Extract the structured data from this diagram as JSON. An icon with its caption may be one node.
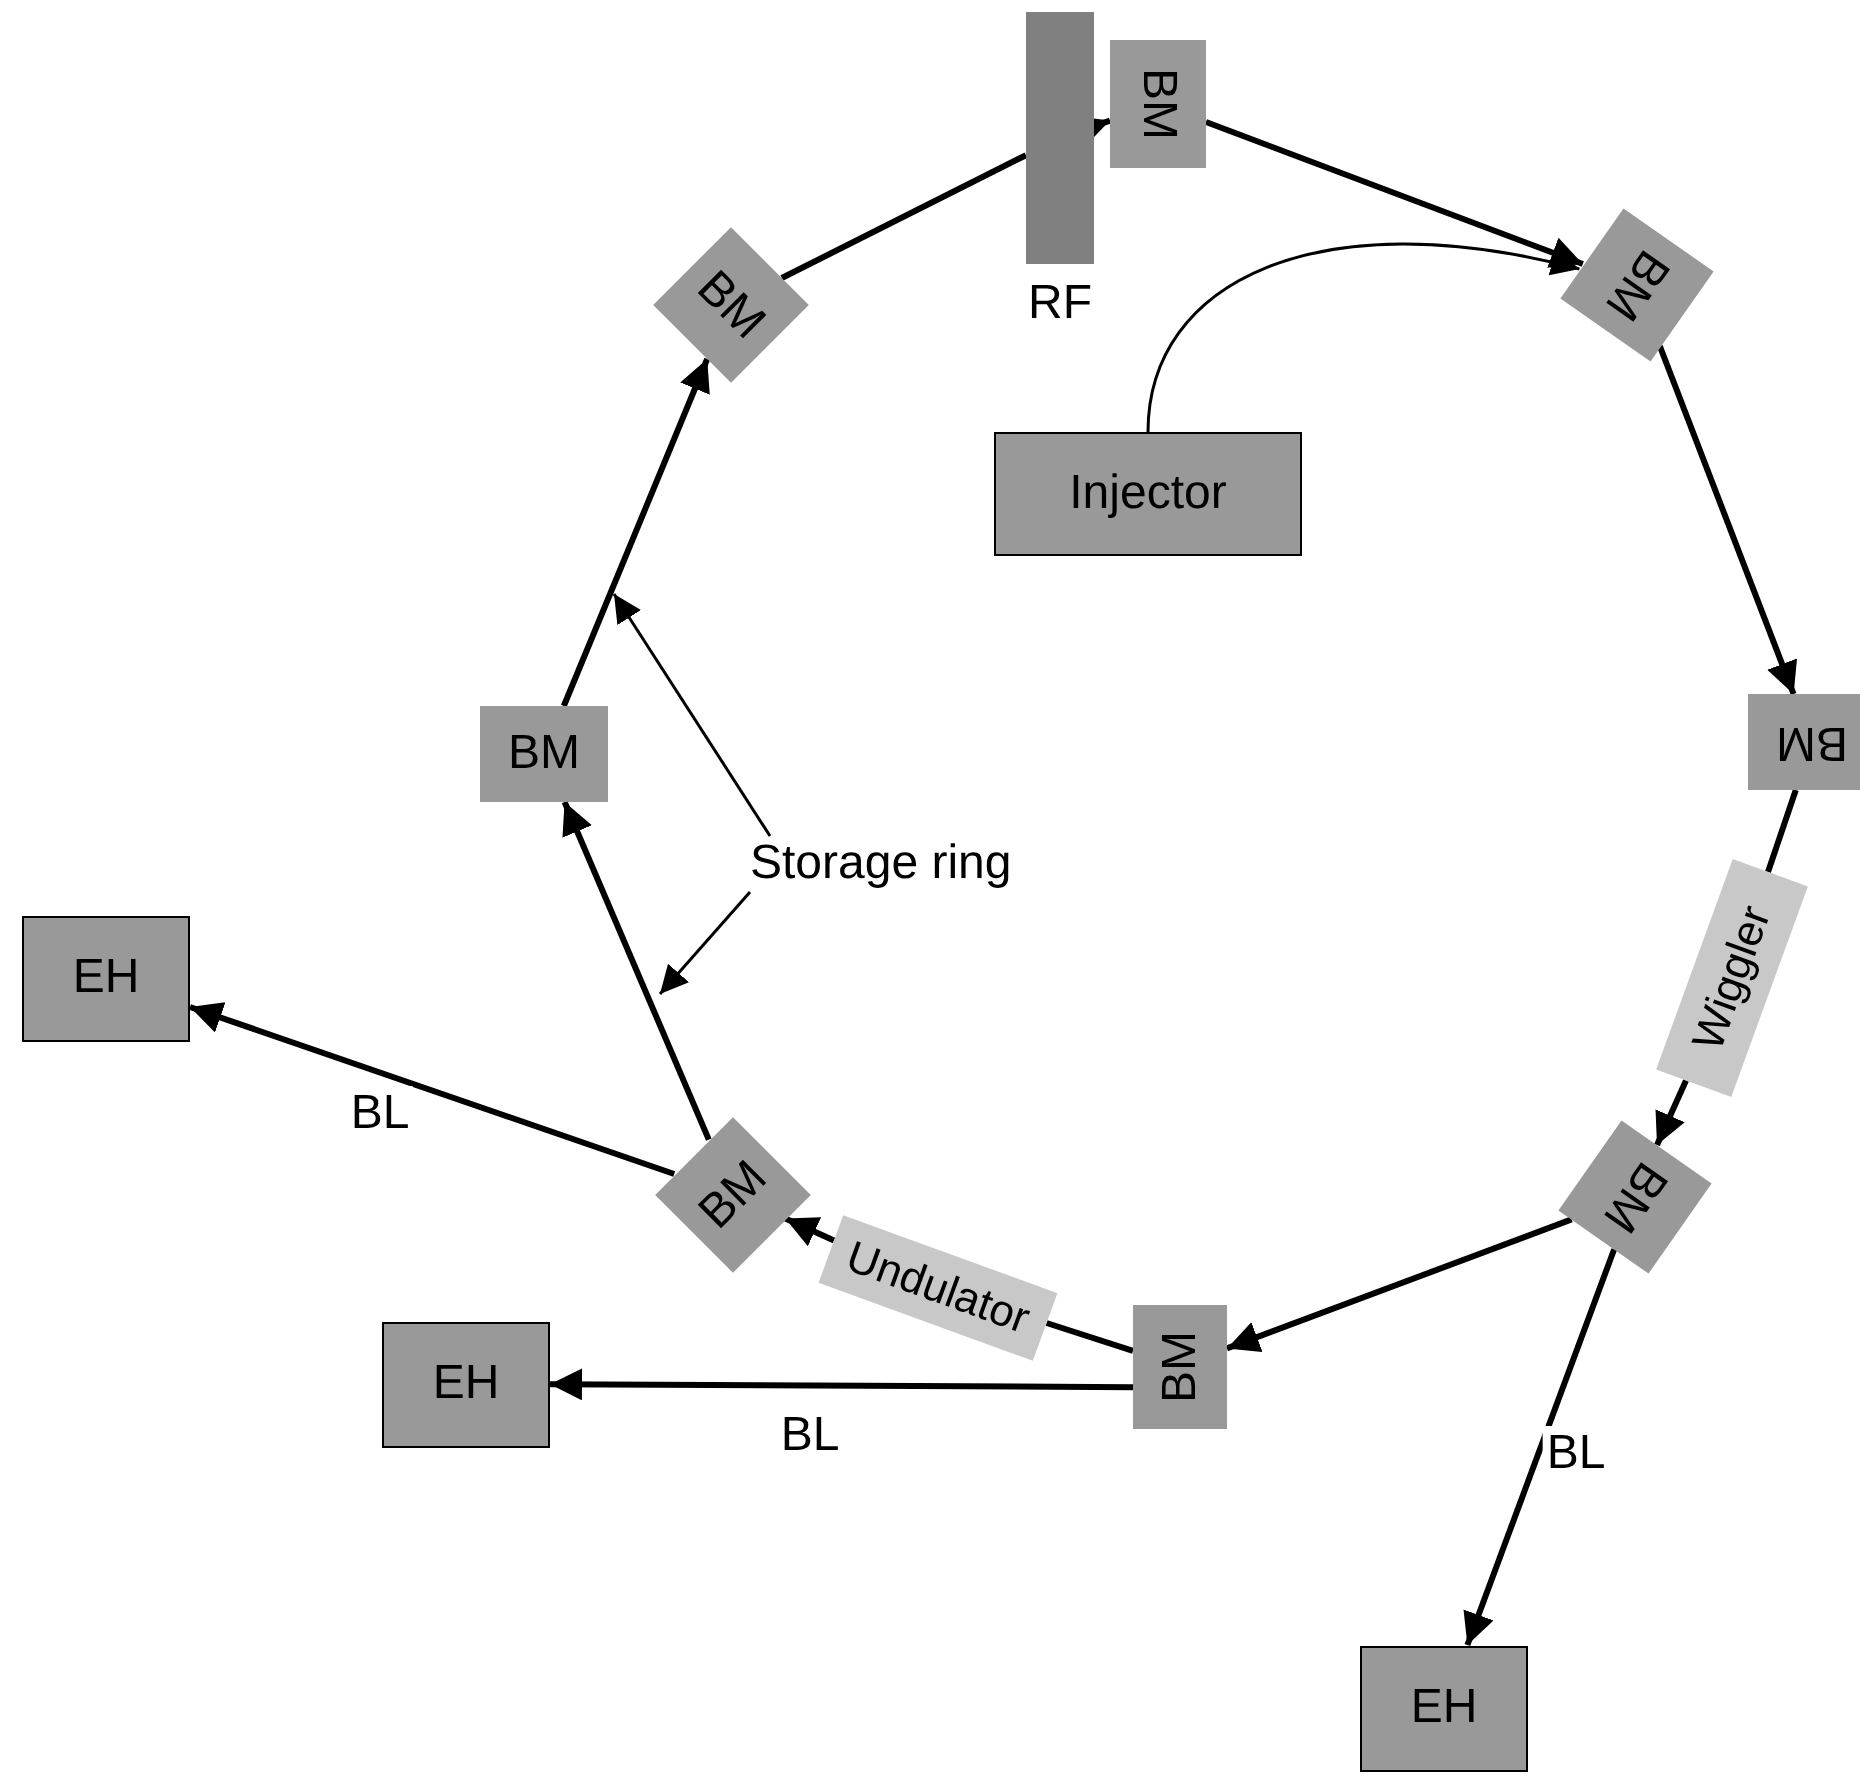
{
  "diagram": {
    "nodes": [
      {
        "text": [
          "RF"
        ]
      },
      {
        "text": [
          "BM"
        ]
      },
      {
        "text": [
          "BM"
        ]
      },
      {
        "text": [
          "BM"
        ]
      },
      {
        "text": [
          "Injector"
        ]
      },
      {
        "text": [
          "BM"
        ]
      },
      {
        "text": [
          "BM"
        ]
      },
      {
        "text": [
          "Storage ring"
        ]
      },
      {
        "text": [
          "EH"
        ]
      },
      {
        "text": [
          "Wiggler"
        ]
      },
      {
        "text": [
          "BM"
        ]
      },
      {
        "text": [
          "BM"
        ]
      },
      {
        "text": [
          "Undulator"
        ]
      },
      {
        "text": [
          "BM"
        ]
      },
      {
        "text": [
          "EH"
        ]
      },
      {
        "text": [
          "EH"
        ]
      }
    ],
    "edges": [
      {
        "from": 3,
        "to": 0,
        "arrow": "none"
      },
      {
        "from": 0,
        "to": 1,
        "arrow": "to"
      },
      {
        "from": 1,
        "to": 2,
        "arrow": "to"
      },
      {
        "from": 4,
        "to": 2,
        "arrow": "to"
      },
      {
        "from": 2,
        "to": 5,
        "arrow": "to"
      },
      {
        "from": 5,
        "to": 9,
        "arrow": "none"
      },
      {
        "from": 9,
        "to": 10,
        "arrow": "to"
      },
      {
        "from": 10,
        "to": 13,
        "arrow": "to"
      },
      {
        "from": 13,
        "to": 12,
        "arrow": "none"
      },
      {
        "from": 12,
        "to": 11,
        "arrow": "to"
      },
      {
        "from": 11,
        "to": 6,
        "arrow": "to"
      },
      {
        "from": 6,
        "to": 3,
        "arrow": "to"
      },
      {
        "from": 11,
        "to": 8,
        "arrow": "to",
        "label": "BL"
      },
      {
        "from": 13,
        "to": 14,
        "arrow": "to",
        "label": "BL"
      },
      {
        "from": 10,
        "to": 15,
        "arrow": "to",
        "label": "BL"
      },
      {
        "from": 7,
        "to": null,
        "arrow": "to"
      },
      {
        "from": 7,
        "to": null,
        "arrow": "to"
      }
    ]
  }
}
